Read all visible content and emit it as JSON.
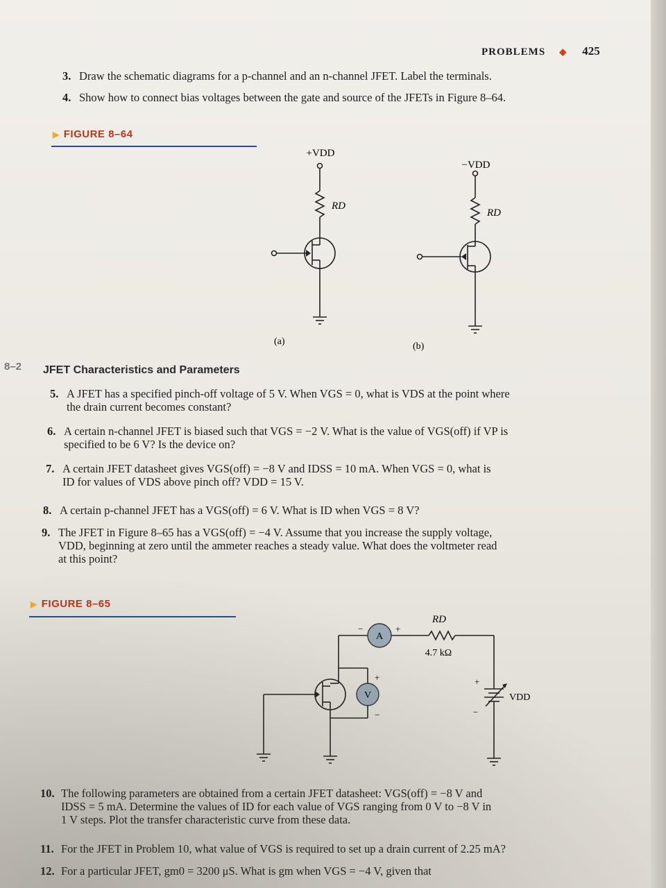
{
  "header": {
    "section": "PROBLEMS",
    "page_number": "425"
  },
  "problems_top": [
    {
      "num": "3.",
      "text": "Draw the schematic diagrams for a p-channel and an n-channel JFET. Label the terminals."
    },
    {
      "num": "4.",
      "text": "Show how to connect bias voltages between the gate and source of the JFETs in Figure 8–64."
    }
  ],
  "figure_64": {
    "label": "FIGURE 8–64",
    "a": {
      "supply": "+VDD",
      "resistor": "RD",
      "caption": "(a)"
    },
    "b": {
      "supply": "−VDD",
      "resistor": "RD",
      "caption": "(b)"
    }
  },
  "section": {
    "number": "8–2",
    "title": "JFET Characteristics and Parameters"
  },
  "problems_mid": [
    {
      "num": "5.",
      "line1": "A JFET has a specified pinch-off voltage of 5 V. When VGS = 0, what is VDS at the point where",
      "line2": "the drain current becomes constant?"
    },
    {
      "num": "6.",
      "line1": "A certain n-channel JFET is biased such that VGS = −2 V. What is the value of VGS(off) if VP is",
      "line2": "specified to be 6 V? Is the device on?"
    },
    {
      "num": "7.",
      "line1": "A certain JFET datasheet gives VGS(off) = −8 V and IDSS = 10 mA. When VGS = 0, what is",
      "line2": "ID for values of VDS above pinch off? VDD = 15 V."
    },
    {
      "num": "8.",
      "line1": "A certain p-channel JFET has a VGS(off) = 6 V. What is ID when VGS = 8 V?",
      "line2": ""
    },
    {
      "num": "9.",
      "line1": "The JFET in Figure 8–65 has a VGS(off) = −4 V. Assume that you increase the supply voltage,",
      "line2": "VDD, beginning at zero until the ammeter reaches a steady value. What does the voltmeter read",
      "line3": "at this point?"
    }
  ],
  "figure_65": {
    "label": "FIGURE 8–65",
    "ammeter": "A",
    "voltmeter": "V",
    "resistor": "RD",
    "resistor_value": "4.7 kΩ",
    "supply": "VDD",
    "plus": "+",
    "minus": "−"
  },
  "problems_bottom": [
    {
      "num": "10.",
      "line1": "The following parameters are obtained from a certain JFET datasheet: VGS(off) = −8 V and",
      "line2": "IDSS = 5 mA. Determine the values of ID for each value of VGS ranging from 0 V to −8 V in",
      "line3": "1 V steps. Plot the transfer characteristic curve from these data."
    },
    {
      "num": "11.",
      "line1": "For the JFET in Problem 10, what value of VGS is required to set up a drain current of 2.25 mA?"
    },
    {
      "num": "12.",
      "line1": "For a particular JFET, gm0 = 3200 μS. What is gm when VGS = −4 V, given that"
    }
  ]
}
